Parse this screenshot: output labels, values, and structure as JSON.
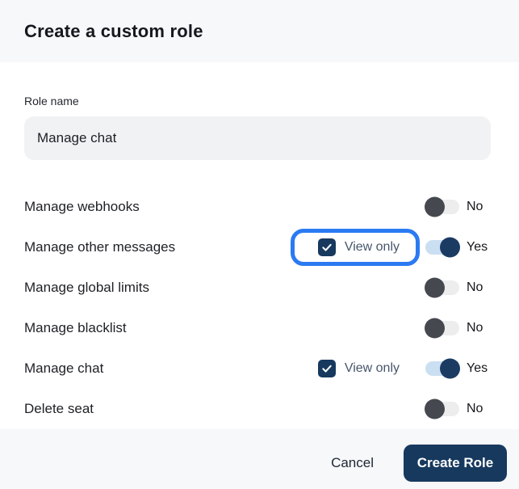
{
  "title": "Create a custom role",
  "role_name": {
    "label": "Role name",
    "value": "Manage chat"
  },
  "permissions": [
    {
      "label": "Manage webhooks",
      "enabled": false,
      "state": "No",
      "view_only": null,
      "highlighted": false
    },
    {
      "label": "Manage other messages",
      "enabled": true,
      "state": "Yes",
      "view_only": {
        "label": "View only",
        "checked": true
      },
      "highlighted": true
    },
    {
      "label": "Manage global limits",
      "enabled": false,
      "state": "No",
      "view_only": null,
      "highlighted": false
    },
    {
      "label": "Manage blacklist",
      "enabled": false,
      "state": "No",
      "view_only": null,
      "highlighted": false
    },
    {
      "label": "Manage chat",
      "enabled": true,
      "state": "Yes",
      "view_only": {
        "label": "View only",
        "checked": true
      },
      "highlighted": false
    },
    {
      "label": "Delete seat",
      "enabled": false,
      "state": "No",
      "view_only": null,
      "highlighted": false
    }
  ],
  "footer": {
    "cancel_label": "Cancel",
    "create_label": "Create Role"
  },
  "colors": {
    "navy": "#17395e",
    "highlight_ring": "#2b7af2",
    "toggle_on_track": "#cbdff2",
    "toggle_on_knob": "#1b3b63",
    "toggle_off_track": "#ededed",
    "toggle_off_knob": "#45484f",
    "header_footer_bg": "#f7f8fa",
    "input_bg": "#f1f2f4"
  }
}
